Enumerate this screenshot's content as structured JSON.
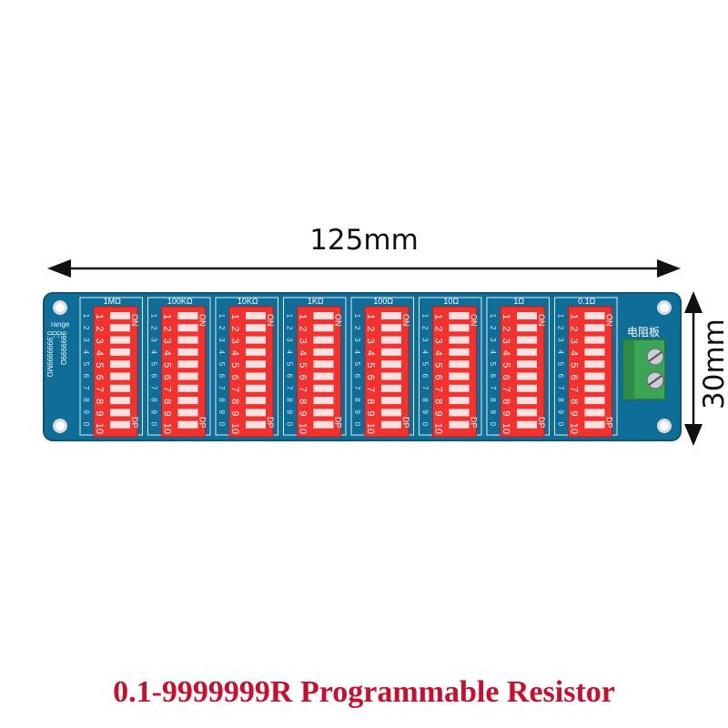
{
  "dimensions": {
    "width_label": "125mm",
    "height_label": "30mm"
  },
  "caption": "0.1-9999999R Programmable Resistor",
  "board": {
    "pcb_color": "#0f6e98",
    "switch_color": "#f2322e",
    "terminal_color": "#3aa655",
    "range_label": "range",
    "range_notes": [
      "9999999Ω",
      "0-",
      "0-",
      "0.9999999MΩ"
    ],
    "terminal_label": "电阻板",
    "switch_on_label": "ON",
    "switch_dp_label": "DP",
    "decades": [
      {
        "label": "1MΩ"
      },
      {
        "label": "100KΩ"
      },
      {
        "label": "10KΩ"
      },
      {
        "label": "1KΩ"
      },
      {
        "label": "100Ω"
      },
      {
        "label": "10Ω"
      },
      {
        "label": "1Ω"
      },
      {
        "label": "0.1Ω"
      }
    ],
    "row_numbers": [
      "1",
      "2",
      "3",
      "4",
      "5",
      "6",
      "7",
      "8",
      "9",
      "0"
    ],
    "switch_numbers": [
      "1",
      "2",
      "3",
      "4",
      "5",
      "6",
      "7",
      "8",
      "9",
      "10"
    ]
  }
}
